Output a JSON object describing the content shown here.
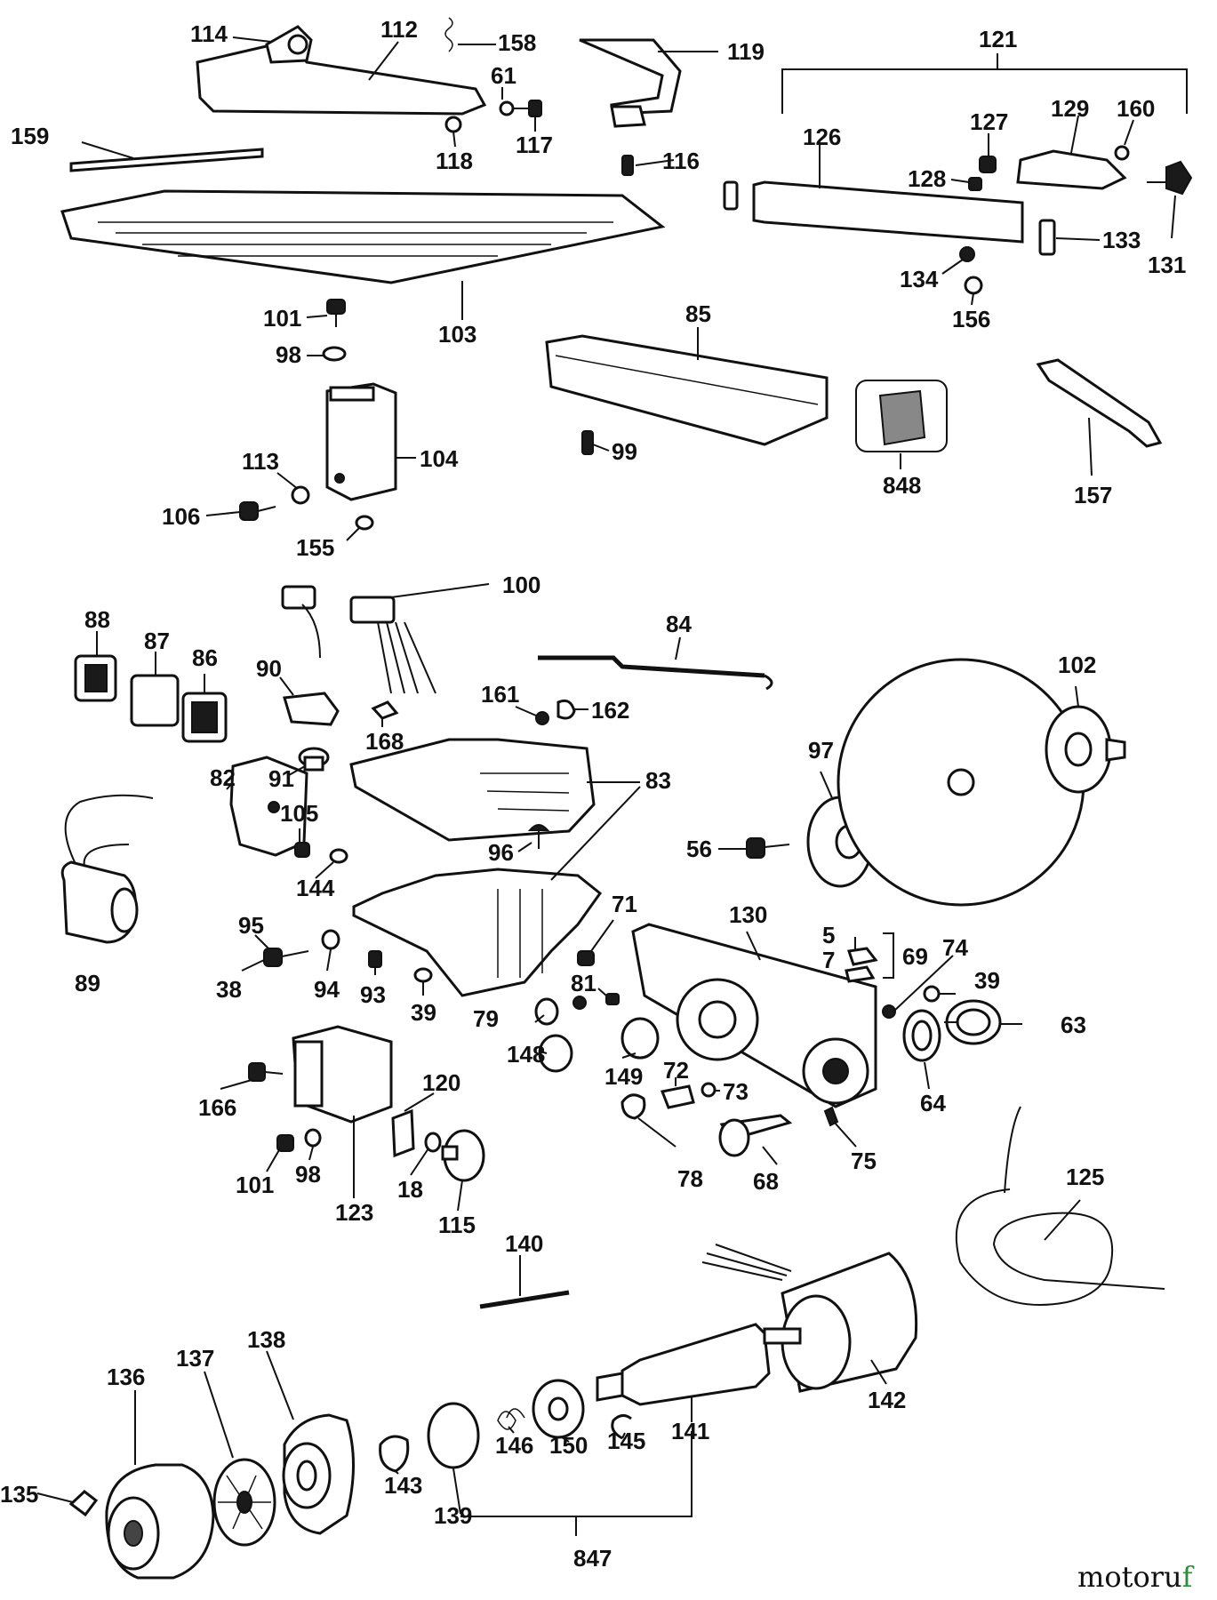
{
  "diagram": {
    "part_numbers": [
      "114",
      "112",
      "158",
      "61",
      "117",
      "118",
      "119",
      "116",
      "121",
      "126",
      "127",
      "128",
      "129",
      "160",
      "131",
      "133",
      "134",
      "156",
      "159",
      "103",
      "101",
      "98",
      "104",
      "113",
      "106",
      "155",
      "85",
      "99",
      "848",
      "157",
      "100",
      "88",
      "87",
      "86",
      "90",
      "168",
      "161",
      "162",
      "84",
      "91",
      "83",
      "82",
      "105",
      "144",
      "96",
      "89",
      "95",
      "38",
      "94",
      "93",
      "39",
      "97",
      "56",
      "102",
      "71",
      "130",
      "5",
      "7",
      "69",
      "74",
      "39",
      "63",
      "81",
      "79",
      "148",
      "149",
      "72",
      "73",
      "78",
      "68",
      "75",
      "64",
      "166",
      "120",
      "101",
      "98",
      "18",
      "123",
      "115",
      "125",
      "140",
      "142",
      "136",
      "137",
      "138",
      "135",
      "143",
      "139",
      "146",
      "150",
      "145",
      "141",
      "847"
    ]
  },
  "logo": {
    "text_main": "motoru",
    "text_accent": "f"
  }
}
